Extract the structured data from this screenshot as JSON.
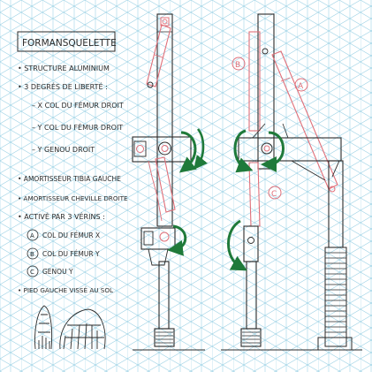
{
  "title": "FORMANSQUELETTE",
  "notes": {
    "line1": "• STRUCTURE ALUMINIUM",
    "line2": "• 3 DEGRÉS DE LIBERTÉ :",
    "line3": "– X COL DU FÉMUR DROIT",
    "line4": "– Y COL DU FÉMUR DROIT",
    "line5": "– Y GENOU DROIT",
    "line6": "• AMORTISSEUR TIBIA GAUCHE",
    "line7": "• AMORTISSEUR CHEVILLE DROITE",
    "line8": "• ACTIVÉ PAR 3 VÉRINS :",
    "line9": "COL DU FÉMUR X",
    "line10": "COL DU FÉMUR Y",
    "line11": "GENOU Y",
    "line12": "• PIED GAUCHE VISSÉ AU SOL"
  },
  "markers": {
    "a": "A",
    "b": "B",
    "c": "C"
  },
  "colors": {
    "grid": "#9fd3e6",
    "ink": "#2a2a2a",
    "red": "#e0707a",
    "green": "#1f7a3a",
    "paper": "#ffffff"
  }
}
